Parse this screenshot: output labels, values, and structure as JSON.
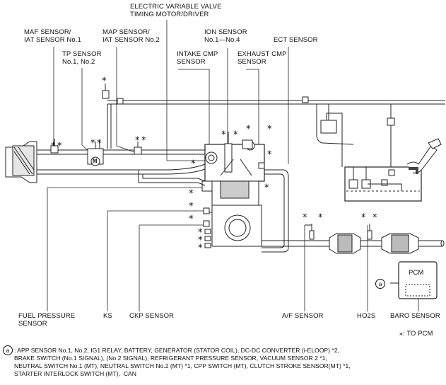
{
  "labels": {
    "evv": "ELECTRIC VARIABLE VALVE\nTIMING MOTOR/DRIVER",
    "maf": "MAF SENSOR/\nIAT SENSOR No.1",
    "map": "MAP SENSOR/\nIAT SENSOR No.2",
    "ion": "ION SENSOR\nNo.1—No.4",
    "ect": "ECT SENSOR",
    "tp": "TP SENSOR\nNo.1, No.2",
    "intake_cmp": "INTAKE CMP\nSENSOR",
    "exhaust_cmp": "EXHAUST CMP\nSENSOR",
    "fuel_pressure": "FUEL PRESSURE\nSENSOR",
    "ks": "KS",
    "ckp": "CKP SENSOR",
    "af": "A/F SENSOR",
    "ho2s": "HO2S",
    "baro": "BARO SENSOR",
    "pcm": "PCM"
  },
  "symbols": {
    "asterisk": "⁎",
    "circle_a": "a",
    "throttle_m": "M"
  },
  "legend": {
    "to_pcm": "⁎: TO PCM"
  },
  "footnote": {
    "marker": "a",
    "line1": ": APP SENSOR No.1, No.2, IG1 RELAY, BATTERY, GENERATOR (STATOR COIL), DC-DC CONVERTER (i-ELOOP) *2,",
    "line2": "BRAKE SWITCH (No.1 SIGNAL), (No.2 SIGNAL), REFRIGERANT PRESSURE SENSOR, VACUUM SENSOR 2 *1,",
    "line3": "NEUTRAL SWITCH No.1 (MT), NEUTRAL SWITCH No.2 (MT) *1, CPP SWITCH (MT), CLUTCH STROKE SENSOR(MT) *1,",
    "line4": "STARTER INTERLOCK SWITCH (MT),  CAN"
  }
}
